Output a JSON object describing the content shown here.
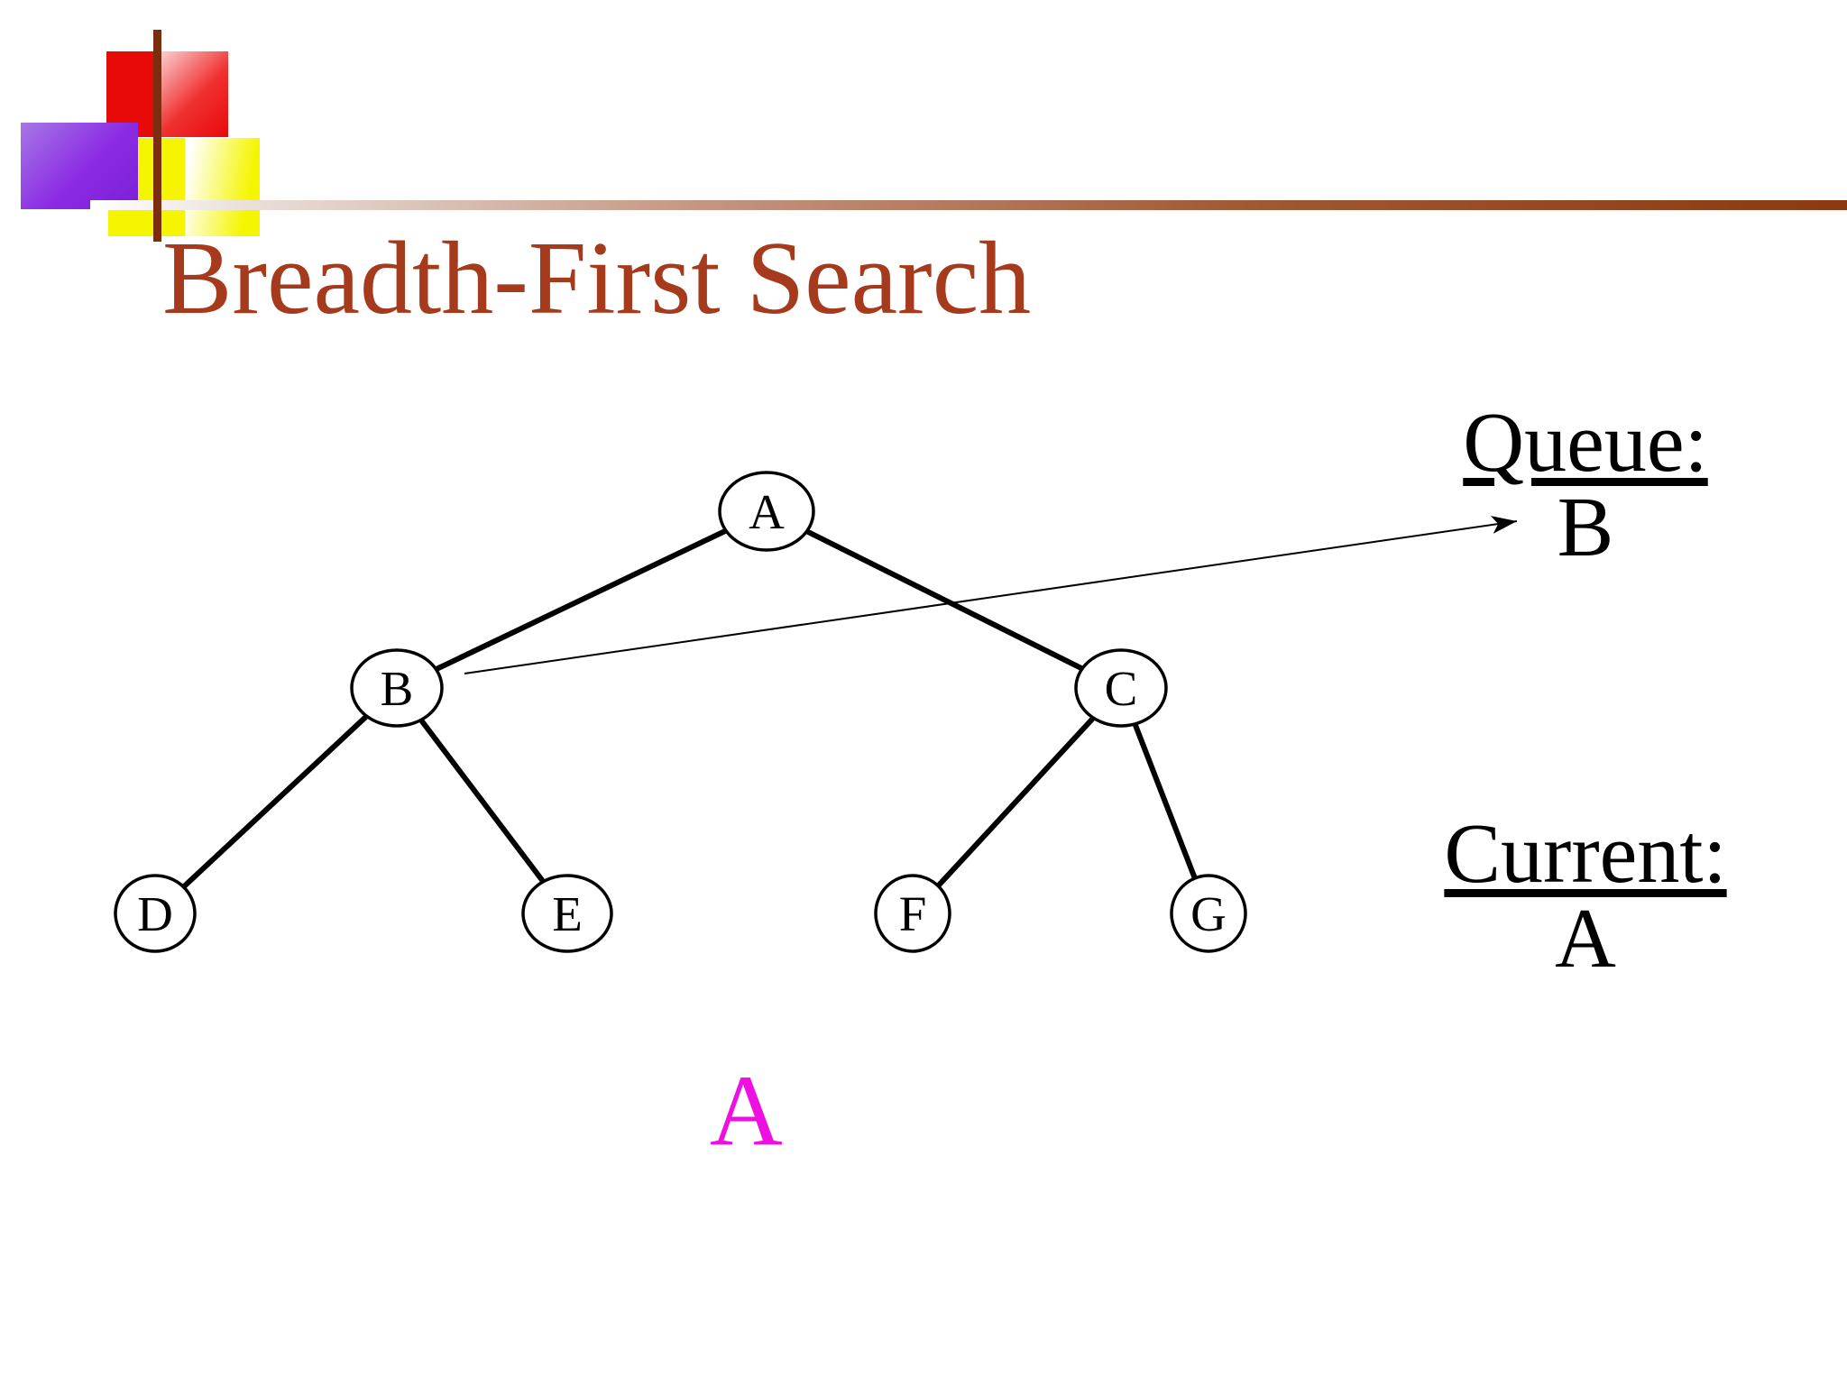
{
  "slide": {
    "title": "Breadth-First Search"
  },
  "colors": {
    "title": "#A53A1C",
    "accent_band_dark": "#8B3911",
    "vertical_line": "#7B2D10",
    "square_red": "#E80909",
    "square_purple": "#7D1FD8",
    "square_yellow": "#F5F500",
    "diagram_stroke": "#000000",
    "visited_text": "#EE10E2"
  },
  "diagram": {
    "nodes": [
      {
        "id": "A",
        "label": "A"
      },
      {
        "id": "B",
        "label": "B"
      },
      {
        "id": "C",
        "label": "C"
      },
      {
        "id": "D",
        "label": "D"
      },
      {
        "id": "E",
        "label": "E"
      },
      {
        "id": "F",
        "label": "F"
      },
      {
        "id": "G",
        "label": "G"
      }
    ],
    "edges": [
      {
        "from": "A",
        "to": "B"
      },
      {
        "from": "A",
        "to": "C"
      },
      {
        "from": "B",
        "to": "D"
      },
      {
        "from": "B",
        "to": "E"
      },
      {
        "from": "C",
        "to": "F"
      },
      {
        "from": "C",
        "to": "G"
      }
    ],
    "pointer_arrow": {
      "from_node": "B",
      "points_to": "queue-value"
    }
  },
  "queue_panel": {
    "heading": "Queue:",
    "value": "B"
  },
  "current_panel": {
    "heading": "Current:",
    "value": "A"
  },
  "visited_sequence": {
    "text": "A"
  }
}
